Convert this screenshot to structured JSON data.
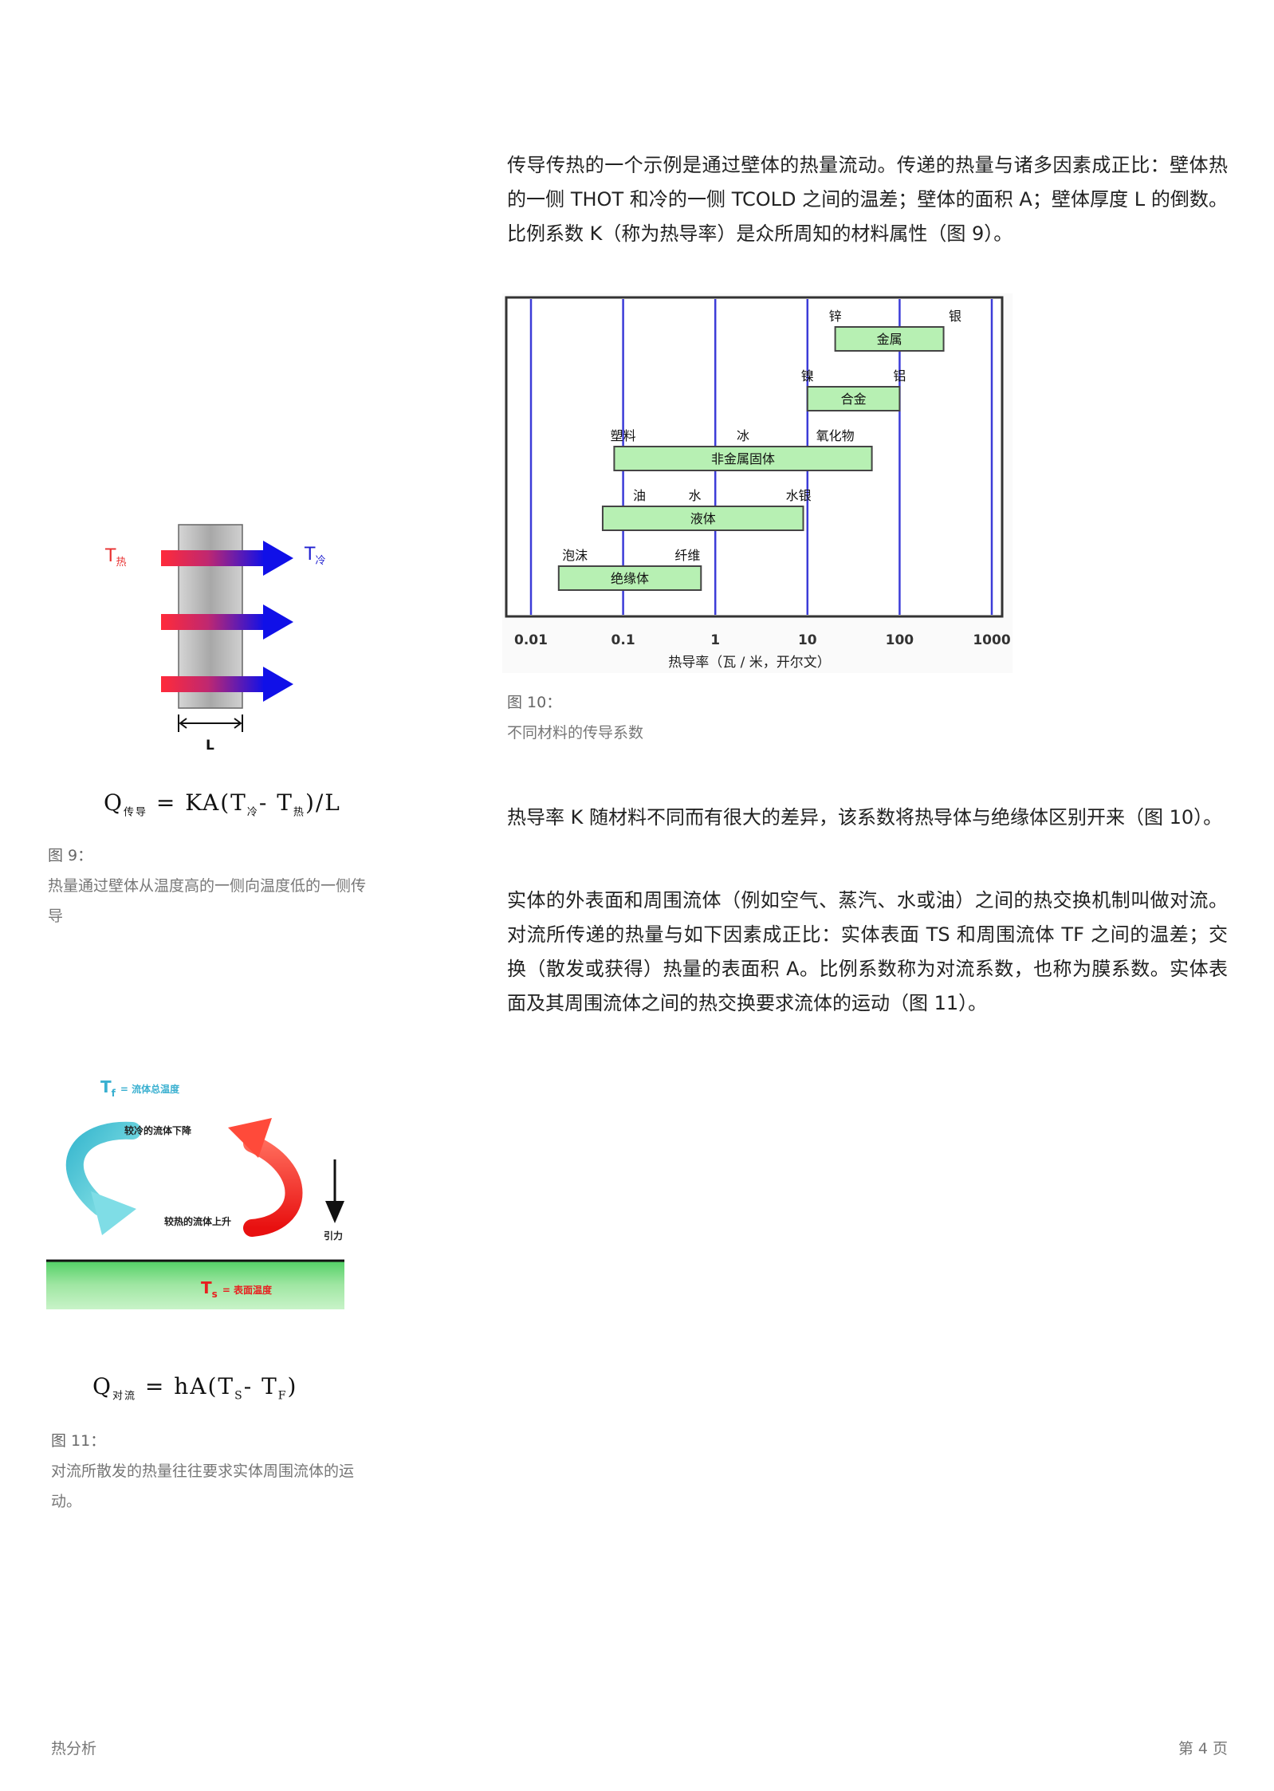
{
  "intro_paragraph": "传导传热的一个示例是通过壁体的热量流动。传递的热量与诸多因素成正比：壁体热的一侧 THOT 和冷的一侧 TCOLD 之间的温差；壁体的面积 A；壁体厚度 L 的倒数。比例系数 K（称为热导率）是众所周知的材料属性（图 9）。",
  "fig9": {
    "t_hot": "T",
    "t_hot_sub": "热",
    "t_cold": "T",
    "t_cold_sub": "冷",
    "thickness": "L",
    "formula": {
      "q": "Q",
      "q_sub": "传导",
      "body": "= KA(T",
      "s1": "冷",
      "mid": "- T",
      "s2": "热",
      "end": ")/L"
    },
    "caption_num": "图 9：",
    "caption_text": "热量通过壁体从温度高的一侧向温度低的一侧传导"
  },
  "fig10": {
    "caption_num": "图 10：",
    "caption_text": "不同材料的传导系数"
  },
  "chart_data": {
    "type": "bar",
    "xscale": "log",
    "xlabel": "热导率（瓦 / 米，开尔文）",
    "xticks": [
      "0.01",
      "0.1",
      "1",
      "10",
      "100",
      "1000"
    ],
    "xlim": [
      0.01,
      1000
    ],
    "categories": [
      "金属",
      "合金",
      "非金属固体",
      "液体",
      "绝缘体"
    ],
    "bars": [
      {
        "label": "金属",
        "x_start": 20,
        "x_end": 300,
        "annotations": [
          {
            "text": "锌",
            "x": 20
          },
          {
            "text": "银",
            "x": 400
          }
        ]
      },
      {
        "label": "合金",
        "x_start": 10,
        "x_end": 100,
        "annotations": [
          {
            "text": "镍",
            "x": 10
          },
          {
            "text": "铝",
            "x": 100
          }
        ]
      },
      {
        "label": "非金属固体",
        "x_start": 0.08,
        "x_end": 50,
        "annotations": [
          {
            "text": "塑料",
            "x": 0.1
          },
          {
            "text": "冰",
            "x": 2
          },
          {
            "text": "氧化物",
            "x": 20
          }
        ]
      },
      {
        "label": "液体",
        "x_start": 0.06,
        "x_end": 9,
        "annotations": [
          {
            "text": "油",
            "x": 0.15
          },
          {
            "text": "水",
            "x": 0.6
          },
          {
            "text": "水银",
            "x": 8
          }
        ]
      },
      {
        "label": "绝缘体",
        "x_start": 0.02,
        "x_end": 0.7,
        "annotations": [
          {
            "text": "泡沫",
            "x": 0.03
          },
          {
            "text": "纤维",
            "x": 0.5
          }
        ]
      }
    ],
    "grid": true,
    "colors": {
      "bar_fill": "#b7f0b3",
      "bar_stroke": "#444444",
      "gridline": "#3c3cd8"
    }
  },
  "para2": "热导率 K 随材料不同而有很大的差异，该系数将热导体与绝缘体区别开来（图 10）。",
  "para3": "实体的外表面和周围流体（例如空气、蒸汽、水或油）之间的热交换机制叫做对流。对流所传递的热量与如下因素成正比：实体表面 TS 和周围流体 TF 之间的温差；交换（散发或获得）热量的表面积 A。比例系数称为对流系数，也称为膜系数。实体表面及其周围流体之间的热交换要求流体的运动（图 11）。",
  "fig11": {
    "tf_label": "T",
    "tf_sub": "f",
    "tf_desc": "= 流体总温度",
    "cold_label": "较冷的流体下降",
    "hot_label": "较热的流体上升",
    "gravity": "引力",
    "ts_label": "T",
    "ts_sub": "s",
    "ts_desc": "= 表面温度",
    "formula": {
      "q": "Q",
      "q_sub": "对流",
      "body": "= hA(T",
      "s1": "S",
      "mid": "- T",
      "s2": "F",
      "end": ")"
    },
    "caption_num": "图 11：",
    "caption_text": "对流所散发的热量往往要求实体周围流体的运动。"
  },
  "footer": {
    "left": "热分析",
    "right": "第 4 页"
  }
}
